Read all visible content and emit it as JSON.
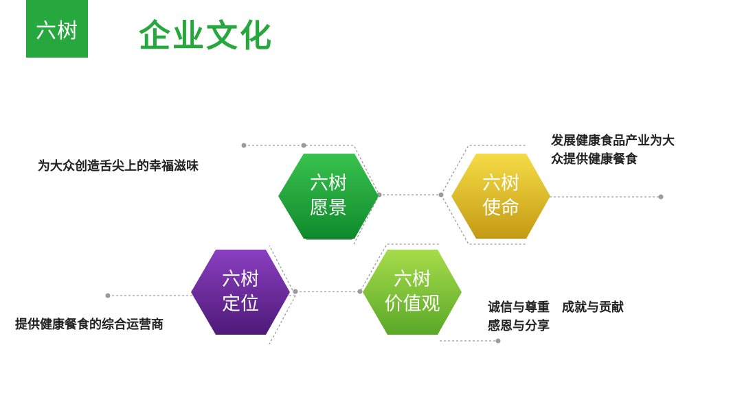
{
  "header": {
    "logo_text": "六树",
    "title": "企业文化"
  },
  "hexagons": [
    {
      "id": "vision",
      "line1": "六树",
      "line2": "愿景",
      "color_light": "#39c24e",
      "color_dark": "#0f8a2c"
    },
    {
      "id": "mission",
      "line1": "六树",
      "line2": "使命",
      "color_light": "#f2d43c",
      "color_dark": "#c49a14"
    },
    {
      "id": "position",
      "line1": "六树",
      "line2": "定位",
      "color_light": "#8a3fc0",
      "color_dark": "#4e1a78"
    },
    {
      "id": "values",
      "line1": "六树",
      "line2": "价值观",
      "color_light": "#a6dc4a",
      "color_dark": "#5aa828"
    }
  ],
  "descriptions": {
    "vision": "为大众创造舌尖上的幸福滋味",
    "mission_line1": "发展健康食品产业为大",
    "mission_line2": "众提供健康餐食",
    "position": "提供健康餐食的综合运营商",
    "values_line1": "诚信与尊重　成就与贡献",
    "values_line2": "感恩与分享"
  },
  "colors": {
    "brand_green": "#26a83e",
    "connector": "#9a9a9a"
  }
}
